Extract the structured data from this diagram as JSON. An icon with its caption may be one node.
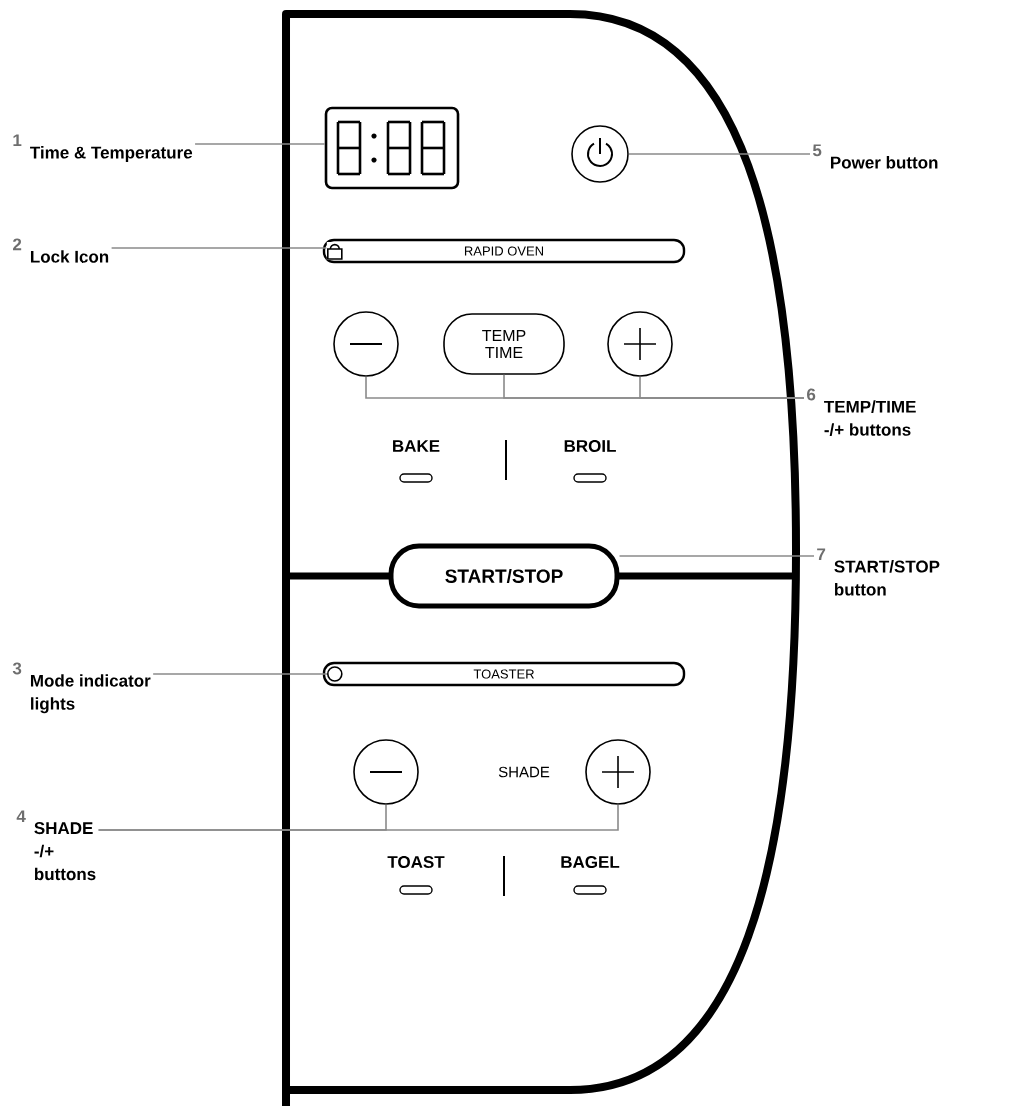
{
  "diagram": {
    "nodes": [
      {
        "text": [
          "1",
          "Time & Temperature"
        ]
      },
      {
        "text": [],
        "shape": "box"
      },
      {
        "text": [],
        "shape": "circle"
      },
      {
        "text": [
          "5",
          "Power button"
        ]
      },
      {
        "text": [
          "2",
          "Lock Icon"
        ]
      },
      {
        "text": [
          "RAPID OVEN"
        ]
      },
      {
        "text": [],
        "shape": "lock",
        "in": 5
      },
      {
        "text": [],
        "shape": "circle"
      },
      {
        "text": [
          "TEMP TIME"
        ]
      },
      {
        "text": [],
        "shape": "circle"
      },
      {
        "text": [
          "6",
          "TEMP/TIME -/+ buttons"
        ]
      },
      {
        "text": [
          "START/STOP"
        ]
      },
      {
        "text": [
          "7",
          "START/STOP button"
        ]
      },
      {
        "text": [
          "3",
          "Mode indicator lights"
        ]
      },
      {
        "text": [
          "TOASTER"
        ]
      },
      {
        "text": [],
        "shape": "circle",
        "in": 14
      },
      {
        "text": [],
        "shape": "circle"
      },
      {
        "text": [],
        "shape": "circle"
      },
      {
        "text": [
          "4",
          "SHADE -/+ buttons"
        ]
      }
    ],
    "edges": [
      {
        "from": 0,
        "to": 1,
        "arrow": "none"
      },
      {
        "from": 3,
        "to": 2,
        "arrow": "none"
      },
      {
        "from": 4,
        "to": 6,
        "arrow": "none"
      },
      {
        "from": 10,
        "to": 7,
        "arrow": "none"
      },
      {
        "from": 10,
        "to": 8,
        "arrow": "none"
      },
      {
        "from": 10,
        "to": 9,
        "arrow": "none"
      },
      {
        "from": 12,
        "to": 11,
        "arrow": "none"
      },
      {
        "from": 13,
        "to": 15,
        "arrow": "none"
      },
      {
        "from": 18,
        "to": 16,
        "arrow": "none"
      },
      {
        "from": 18,
        "to": 17,
        "arrow": "none"
      }
    ],
    "labels": [
      "BAKE",
      "BROIL",
      "SHADE",
      "TOAST",
      "BAGEL"
    ]
  }
}
